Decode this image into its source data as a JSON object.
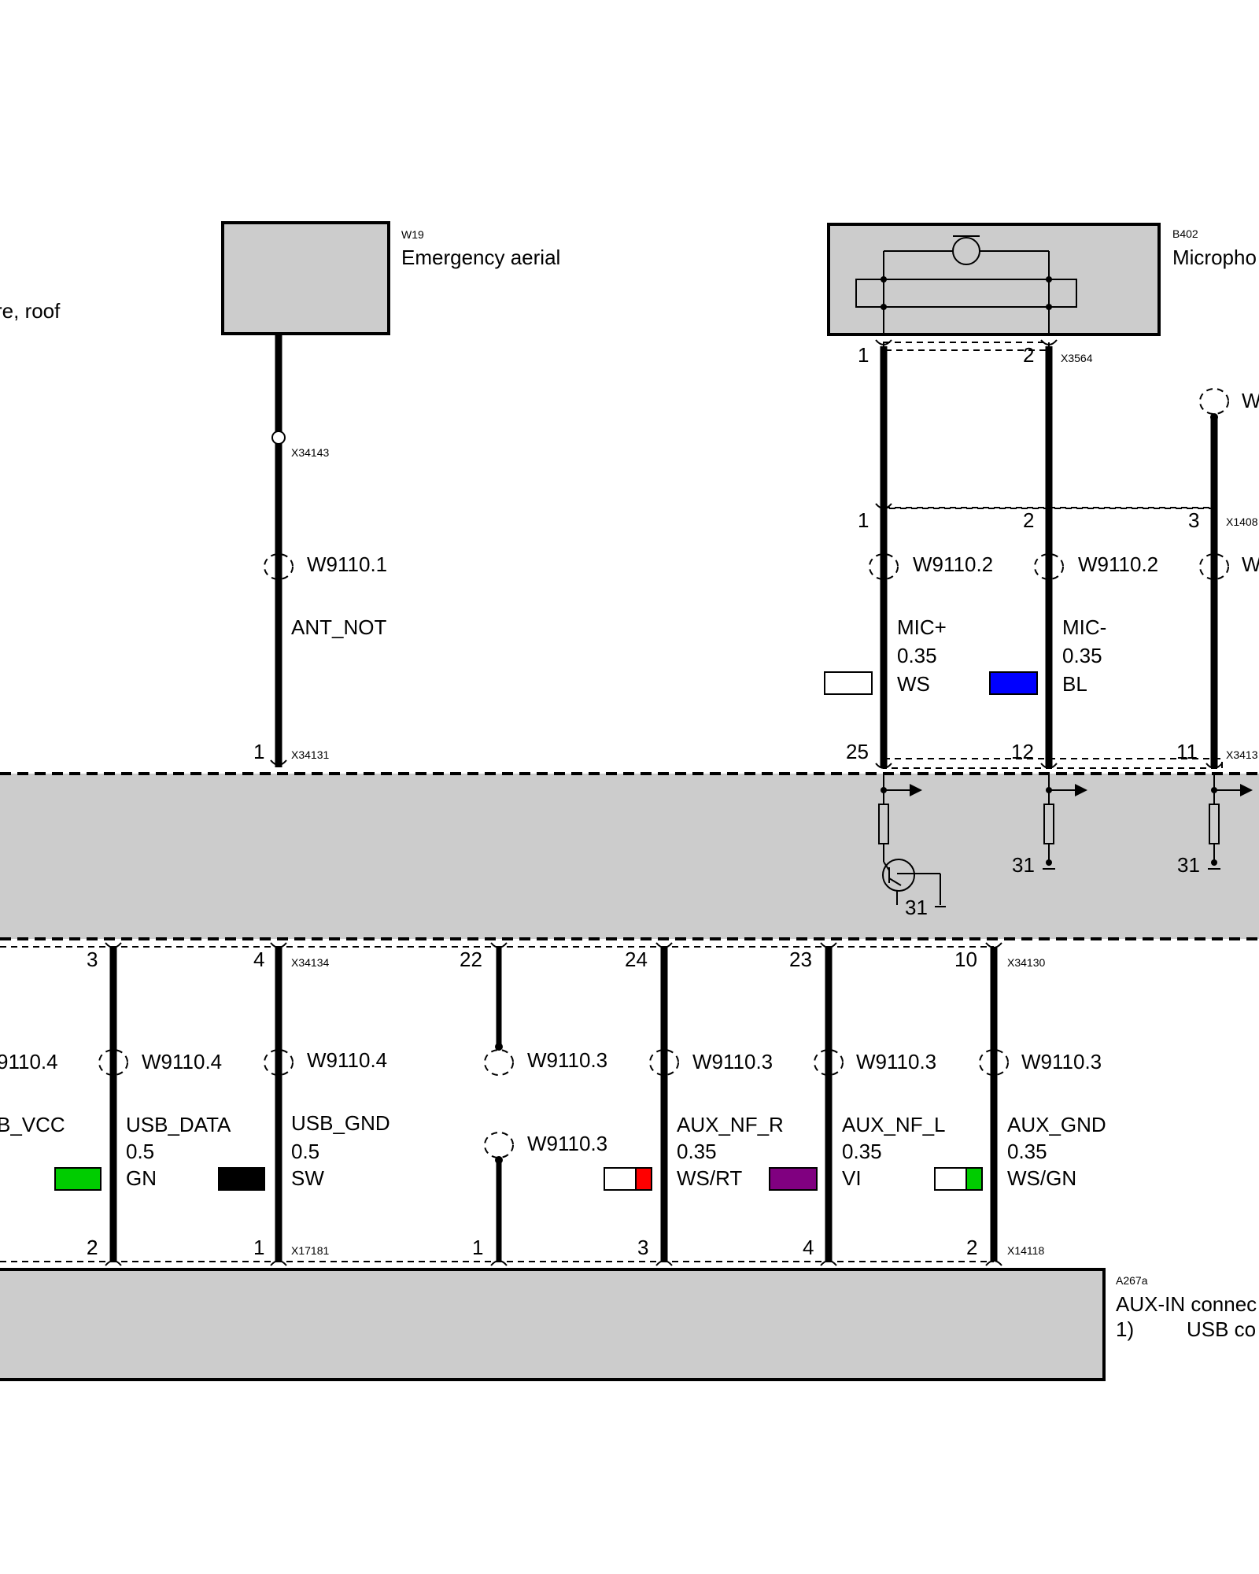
{
  "components": {
    "emergency_aerial": {
      "code": "W19",
      "name": "Emergency aerial"
    },
    "microphone": {
      "code": "B402",
      "name": "Micropho"
    },
    "partial_left_label": "re, roof",
    "aux_module": {
      "code": "A267a",
      "name": "AUX-IN connec",
      "footnote_num": "1)",
      "footnote_text": "USB co"
    }
  },
  "connectors": {
    "x34143": "X34143",
    "x34131": "X34131",
    "x3564": "X3564",
    "x1408": "X1408",
    "x3413": "X3413",
    "x34134": "X34134",
    "x34130": "X34130",
    "x17181": "X17181",
    "x14118": "X14118"
  },
  "top_wires": [
    {
      "id": "ant",
      "shield": "W9110.1",
      "signal": "ANT_NOT",
      "cross": "",
      "color_code": "",
      "pin_top": "",
      "pin_mid": "",
      "pin_bottom": "1"
    },
    {
      "id": "micp",
      "shield": "W9110.2",
      "signal": "MIC+",
      "cross": "0.35",
      "color_code": "WS",
      "pin_top": "1",
      "pin_mid": "1",
      "pin_bottom": "25"
    },
    {
      "id": "micm",
      "shield": "W9110.2",
      "signal": "MIC-",
      "cross": "0.35",
      "color_code": "BL",
      "pin_top": "2",
      "pin_mid": "2",
      "pin_bottom": "12"
    },
    {
      "id": "w3",
      "shield": "W",
      "signal": "",
      "cross": "",
      "color_code": "",
      "pin_top": "",
      "pin_mid": "3",
      "pin_bottom": "11"
    }
  ],
  "top_shield_partial": "W",
  "ground_labels": [
    "31",
    "31",
    "31"
  ],
  "bottom_wires": [
    {
      "id": "vcc",
      "shield": "9110.4",
      "signal": "B_VCC",
      "cross": "",
      "color_code": "",
      "pin_top": "",
      "pin_bottom": "2"
    },
    {
      "id": "usbdata",
      "shield": "W9110.4",
      "signal": "USB_DATA",
      "cross": "0.5",
      "color_code": "GN",
      "pin_top": "3",
      "pin_bottom": "2"
    },
    {
      "id": "usbgnd",
      "shield": "W9110.4",
      "signal": "USB_GND",
      "cross": "0.5",
      "color_code": "SW",
      "pin_top": "4",
      "pin_bottom": "1"
    },
    {
      "id": "w22",
      "shield": "W9110.3",
      "shield2": "W9110.3",
      "signal": "",
      "cross": "",
      "color_code": "",
      "pin_top": "22",
      "pin_bottom": "1"
    },
    {
      "id": "auxr",
      "shield": "W9110.3",
      "signal": "AUX_NF_R",
      "cross": "0.35",
      "color_code": "WS/RT",
      "pin_top": "24",
      "pin_bottom": "3"
    },
    {
      "id": "auxl",
      "shield": "W9110.3",
      "signal": "AUX_NF_L",
      "cross": "0.35",
      "color_code": "VI",
      "pin_top": "23",
      "pin_bottom": "4"
    },
    {
      "id": "auxgnd",
      "shield": "W9110.3",
      "signal": "AUX_GND",
      "cross": "0.35",
      "color_code": "WS/GN",
      "pin_top": "10",
      "pin_bottom": "2"
    }
  ],
  "wire_colors": {
    "WS": "#ffffff",
    "BL": "#0000ff",
    "GN": "#00cc00",
    "SW": "#000000",
    "RT": "#ff0000",
    "VI": "#800080",
    "module_fill": "#cccccc"
  }
}
